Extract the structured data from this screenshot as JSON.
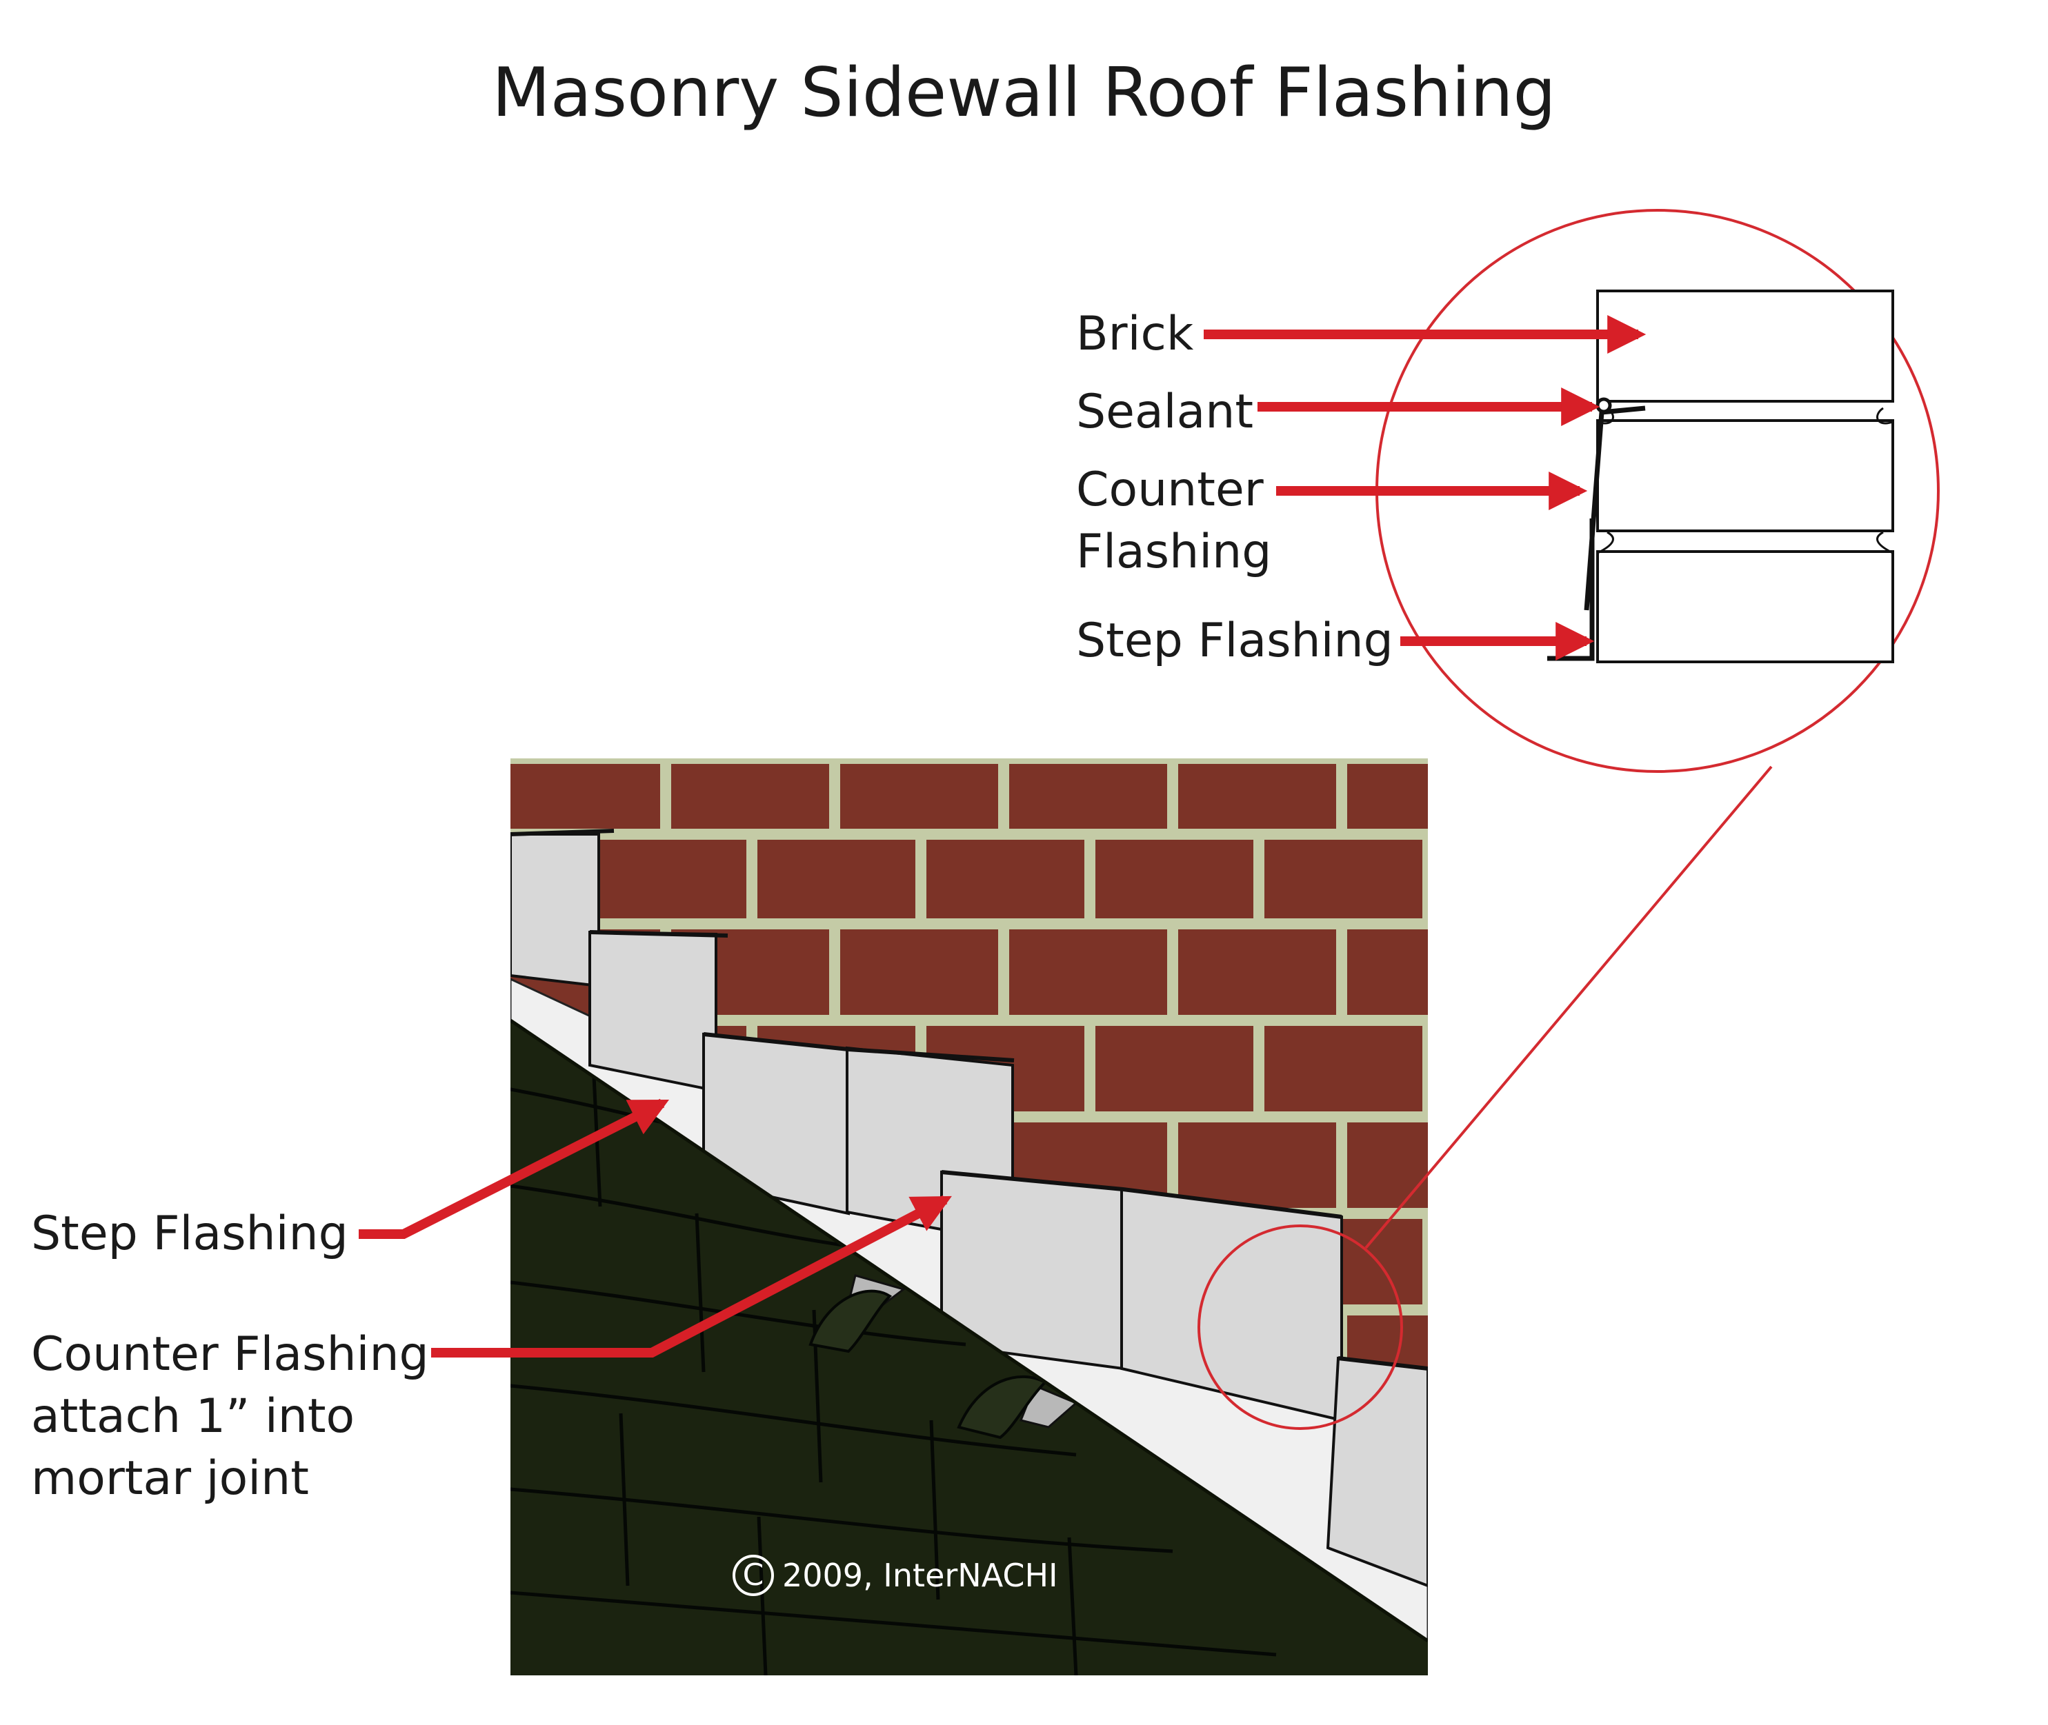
{
  "title": "Masonry Sidewall Roof Flashing",
  "detail_labels": {
    "brick": "Brick",
    "sealant": "Sealant",
    "counter_line1": "Counter",
    "counter_line2": "Flashing",
    "step": "Step Flashing"
  },
  "scene_labels": {
    "step": "Step Flashing",
    "counter_line1": "Counter Flashing",
    "counter_line2": "attach 1” into",
    "counter_line3": "mortar joint"
  },
  "copyright": {
    "symbol": "C",
    "text": "2009, InterNACHI"
  },
  "colors": {
    "arrow": "#d71f27",
    "callout_circle": "#d42a30",
    "shingle": "#1b2310",
    "brick": "#8a3a2c",
    "mortar": "#c4cba6",
    "flashing": "#d8d8d8"
  }
}
